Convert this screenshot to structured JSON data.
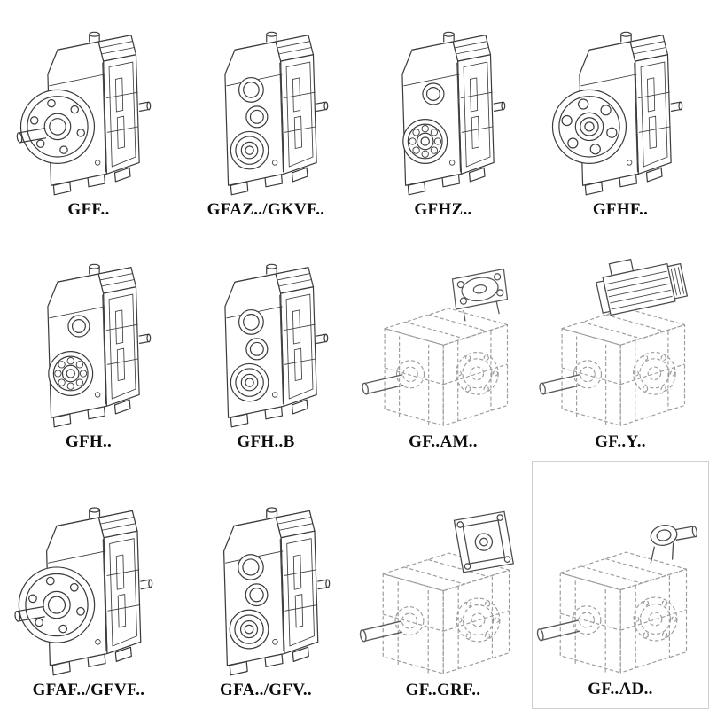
{
  "page": {
    "description": "Catalog sheet of parallel-shaft helical gear reducer model variants, isometric technical line drawings in a 4 x 3 grid",
    "colors": {
      "background": "#ffffff",
      "solid_line": "#3b3b3b",
      "hidden_line": "#9b9b9b",
      "label_text": "#0d0d0d"
    }
  },
  "items": [
    {
      "id": "gff",
      "label": "GFF..",
      "drawing": "gearbox-output-flange-with-solid-shaft"
    },
    {
      "id": "gfaz-gkvf",
      "label": "GFAZ../GKVF..",
      "drawing": "gearbox-hollow-shaft-front-bores"
    },
    {
      "id": "gfhz",
      "label": "GFHZ..",
      "drawing": "gearbox-hollow-shaft-shrink-disc-bearing"
    },
    {
      "id": "gfhf",
      "label": "GFHF..",
      "drawing": "gearbox-flange-hollow-shaft"
    },
    {
      "id": "gfh",
      "label": "GFH..",
      "drawing": "gearbox-hollow-shaft-bearing-view"
    },
    {
      "id": "gfh-b",
      "label": "GFH..B",
      "drawing": "gearbox-foot-mounted-hollow-shaft"
    },
    {
      "id": "gf-am",
      "label": "GF..AM..",
      "drawing": "gearbox-hidden-line-with-motor-adapter-flange"
    },
    {
      "id": "gf-y",
      "label": "GF..Y..",
      "drawing": "gearbox-hidden-line-with-mounted-motor"
    },
    {
      "id": "gfaf-gfvf",
      "label": "GFAF../GFVF..",
      "drawing": "gearbox-output-flange-with-solid-shaft-variant"
    },
    {
      "id": "gfa-gfv",
      "label": "GFA../GFV..",
      "drawing": "gearbox-hollow-shaft-front-bores-variant"
    },
    {
      "id": "gf-grf",
      "label": "GF..GRF..",
      "drawing": "gearbox-hidden-line-with-input-adapter-block"
    },
    {
      "id": "gf-ad",
      "label": "GF..AD..",
      "drawing": "gearbox-hidden-line-with-input-shaft-adapter"
    }
  ]
}
